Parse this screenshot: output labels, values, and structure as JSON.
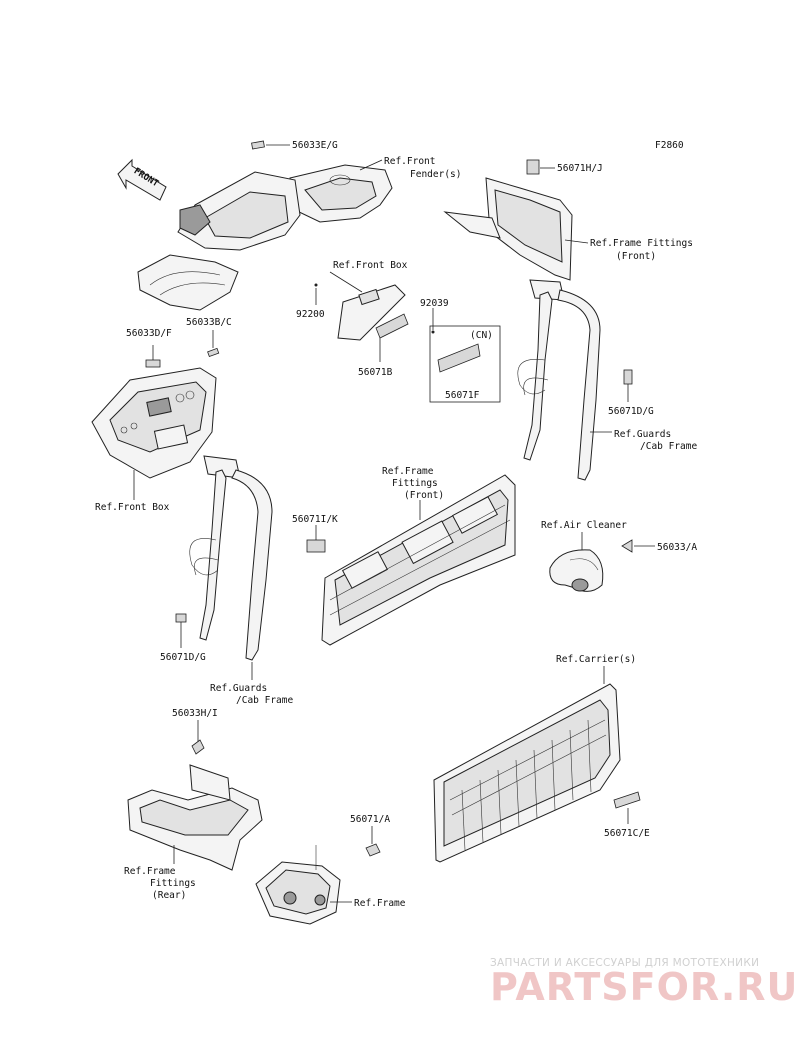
{
  "diagram": {
    "code": "F2860",
    "front_label": "FRONT"
  },
  "labels": {
    "p56033E_G": "56033E/G",
    "ref_front_fender_1": "Ref.Front",
    "ref_front_fender_2": "Fender(s)",
    "p56071H_J": "56071H/J",
    "ref_frame_fittings_front_a1": "Ref.Frame Fittings",
    "ref_frame_fittings_front_a2": "(Front)",
    "ref_front_box_top": "Ref.Front Box",
    "p92200": "92200",
    "p92039": "92039",
    "cn": "(CN)",
    "p56071B": "56071B",
    "p56071F": "56071F",
    "p56033D_F": "56033D/F",
    "p56033B_C": "56033B/C",
    "ref_front_box_bottom": "Ref.Front Box",
    "p56071D_G_right": "56071D/G",
    "ref_guards_right_1": "Ref.Guards",
    "ref_guards_right_2": "/Cab Frame",
    "ref_frame_fittings_front_b1": "Ref.Frame",
    "ref_frame_fittings_front_b2": "Fittings",
    "ref_frame_fittings_front_b3": "(Front)",
    "p56071I_K": "56071I/K",
    "ref_air_cleaner": "Ref.Air Cleaner",
    "p56033_A": "56033/A",
    "p56071D_G_left": "56071D/G",
    "ref_guards_left_1": "Ref.Guards",
    "ref_guards_left_2": "/Cab Frame",
    "p56033H_I": "56033H/I",
    "ref_carriers": "Ref.Carrier(s)",
    "p56071C_E": "56071C/E",
    "p56071_A": "56071/A",
    "ref_frame_fittings_rear_1": "Ref.Frame",
    "ref_frame_fittings_rear_2": "Fittings",
    "ref_frame_fittings_rear_3": "(Rear)",
    "ref_frame": "Ref.Frame"
  },
  "watermark": {
    "line1": "ЗАПЧАСТИ И АКСЕССУАРЫ ДЛЯ МОТОТЕХНИКИ",
    "line2": "PARTSFOR.RU"
  }
}
